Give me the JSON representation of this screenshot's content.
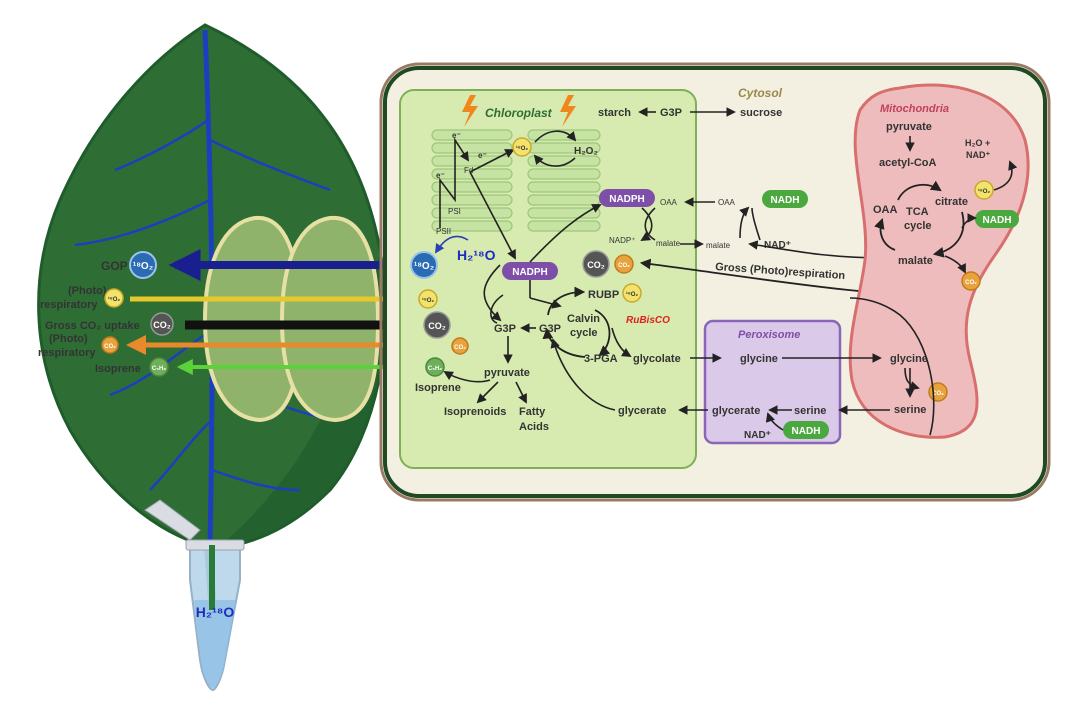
{
  "leaf": {
    "labels": {
      "gop": "GOP",
      "photo_resp_top": "(Photo)",
      "photo_resp_top2": "respiratory",
      "gross_co2": "Gross CO₂ uptake",
      "photo_resp_bot": "(Photo)",
      "photo_resp_bot2": "respiratory",
      "isoprene": "Isoprene",
      "h2o_tube": "H₂¹⁸O"
    },
    "badges": {
      "o18_big": "¹⁸O₂",
      "o18_small": "¹⁸O₂",
      "co2": "CO₂",
      "co2_small": "CO₂",
      "c5h8": "C₅H₈"
    }
  },
  "cell": {
    "cytosol": "Cytosol",
    "chloroplast": "Chloroplast",
    "mitochondria": "Mitochondria",
    "peroxisome": "Peroxisome",
    "gross_photorespiration": "Gross (Photo)respiration",
    "chloroplast_items": {
      "e1": "e⁻",
      "e2": "e⁻",
      "e3": "e⁻",
      "fd": "Fd",
      "psi": "PSI",
      "psii": "PSII",
      "h2o2": "H₂O₂",
      "o18": "¹⁸O₂",
      "h2o_center": "H₂¹⁸O",
      "nadph_top": "NADPH",
      "nadph_mid": "NADPH",
      "nadp": "NADP⁺",
      "oaa": "OAA",
      "malate": "malate",
      "co2": "CO₂",
      "co2_small": "CO₂",
      "rubp": "RUBP",
      "o18_rubp": "¹⁸O₂",
      "rubisco": "RuBisCO",
      "calvin1": "Calvin",
      "calvin2": "cycle",
      "g3p_left": "G3P",
      "g3p_right": "G3P",
      "pga": "3-PGA",
      "glycolate": "glycolate",
      "pyruvate": "pyruvate",
      "isoprene": "Isoprene",
      "isoprenoids": "Isoprenoids",
      "fatty1": "Fatty",
      "fatty2": "Acids",
      "glycerate": "glycerate",
      "c5h8": "C₅H₈",
      "co2_big": "CO₂",
      "co2_orange": "CO₂",
      "o18_edge": "¹⁸O₂",
      "o18_edge_blue": "¹⁸O₂"
    },
    "cytosol_items": {
      "starch": "starch",
      "g3p": "G3P",
      "sucrose": "sucrose",
      "oaa": "OAA",
      "nadh": "NADH",
      "malate": "malate",
      "nad": "NAD⁺"
    },
    "mito_items": {
      "pyruvate": "pyruvate",
      "acetyl": "acetyl-CoA",
      "oaa": "OAA",
      "tca1": "TCA",
      "tca2": "cycle",
      "citrate": "citrate",
      "h2o": "H₂O +",
      "nad": "NAD⁺",
      "o18": "¹⁸O₂",
      "nadh": "NADH",
      "malate": "malate",
      "co2": "CO₂",
      "glycine": "glycine",
      "co2_gly": "CO₂",
      "serine": "serine"
    },
    "perox_items": {
      "glycine": "glycine",
      "glycerate": "glycerate",
      "serine": "serine",
      "nad": "NAD⁺",
      "nadh": "NADH"
    }
  },
  "colors": {
    "leaf_dark": "#1f5c2c",
    "leaf_main": "#2e6e35",
    "vein": "#1c3fbf",
    "cell_border": "#9b7a63",
    "cytosol_bg": "#f3f0e2",
    "chloroplast_bg": "#d7ebb0",
    "mito_bg": "#eebcbc",
    "mito_border": "#d86f6f",
    "perox_bg": "#dac9e8",
    "perox_border": "#8a66b9",
    "nadph": "#7d4fa8",
    "nadh": "#4aa83f",
    "gop_arrow": "#1a1f8f",
    "resp_arrow": "#e7c82b",
    "co2_arrow": "#111111",
    "co2_release": "#e8892b",
    "isoprene_arrow": "#5cd23a"
  }
}
